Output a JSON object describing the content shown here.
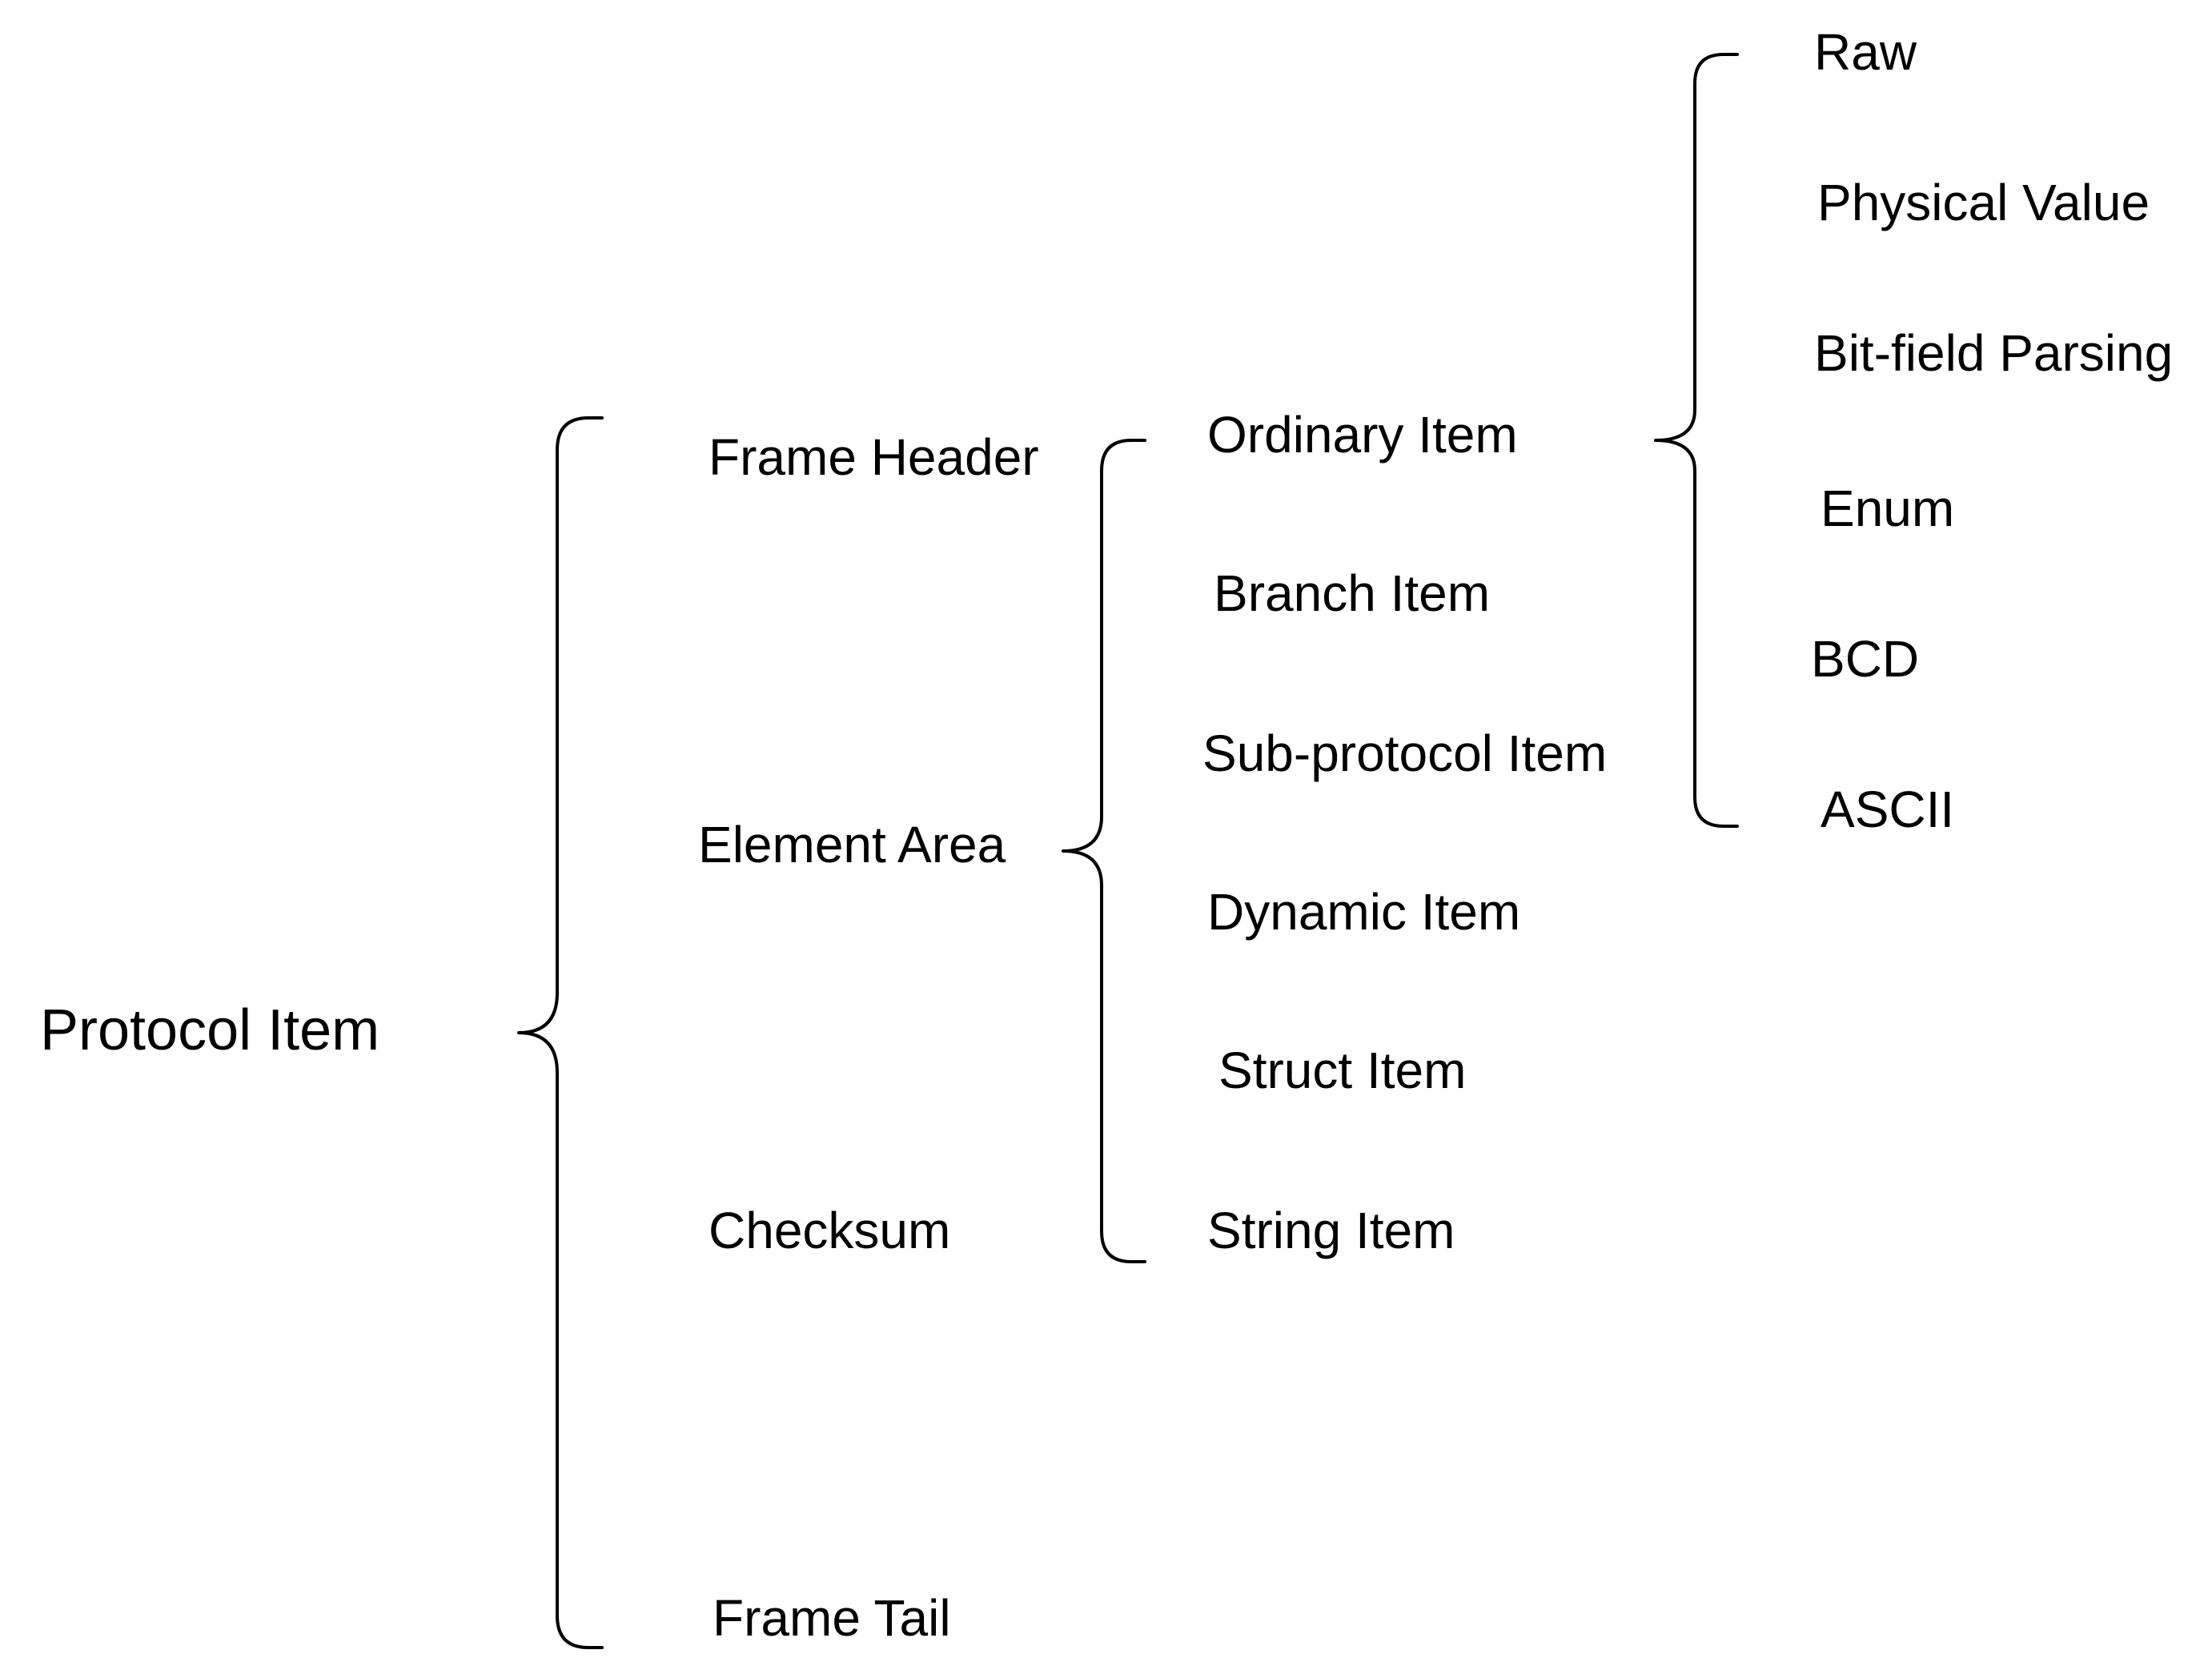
{
  "root": {
    "label": "Protocol Item",
    "children": [
      {
        "label": "Frame Header"
      },
      {
        "label": "Element Area",
        "children": [
          {
            "label": "Ordinary Item",
            "children": [
              {
                "label": "Raw"
              },
              {
                "label": "Physical Value"
              },
              {
                "label": "Bit-field Parsing"
              },
              {
                "label": "Enum"
              },
              {
                "label": "BCD"
              },
              {
                "label": "ASCII"
              }
            ]
          },
          {
            "label": "Branch Item"
          },
          {
            "label": "Sub-protocol Item"
          },
          {
            "label": "Dynamic Item"
          },
          {
            "label": "Struct Item"
          },
          {
            "label": "String Item"
          }
        ]
      },
      {
        "label": "Checksum"
      },
      {
        "label": "Frame Tail"
      }
    ]
  },
  "colors": {
    "background": "#ffffff",
    "line": "#000000",
    "text": "#000000"
  }
}
